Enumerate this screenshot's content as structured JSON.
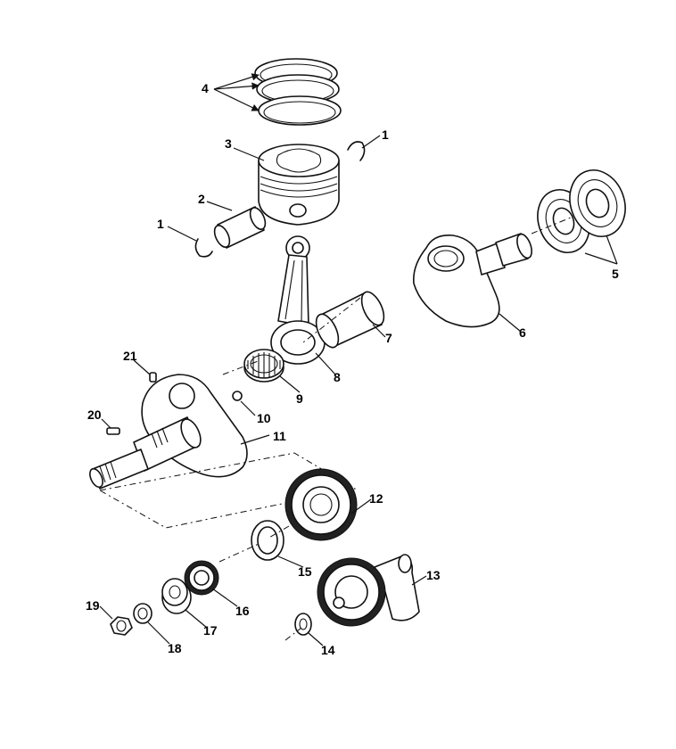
{
  "callouts": {
    "c1a": "1",
    "c1b": "1",
    "c2": "2",
    "c3": "3",
    "c4": "4",
    "c5": "5",
    "c6": "6",
    "c7": "7",
    "c8": "8",
    "c9": "9",
    "c10": "10",
    "c11": "11",
    "c12": "12",
    "c13": "13",
    "c14": "14",
    "c15": "15",
    "c16": "16",
    "c17": "17",
    "c18": "18",
    "c19": "19",
    "c20": "20",
    "c21": "21"
  },
  "colors": {
    "line": "#111111",
    "background": "#ffffff"
  }
}
